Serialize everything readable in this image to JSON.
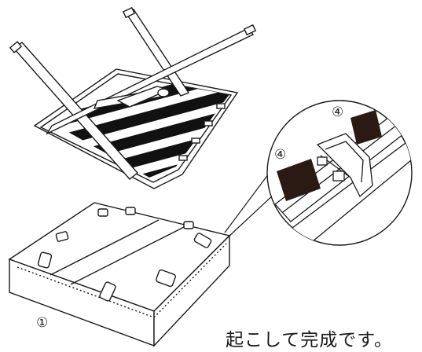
{
  "labels": {
    "step_number": "①",
    "callout_top": "④",
    "callout_left": "④"
  },
  "caption": "起こして完成です。",
  "colors": {
    "ink": "#1a1a1a",
    "stripe": "#111111",
    "pad_dark": "#2b1a14",
    "paper": "#ffffff"
  }
}
